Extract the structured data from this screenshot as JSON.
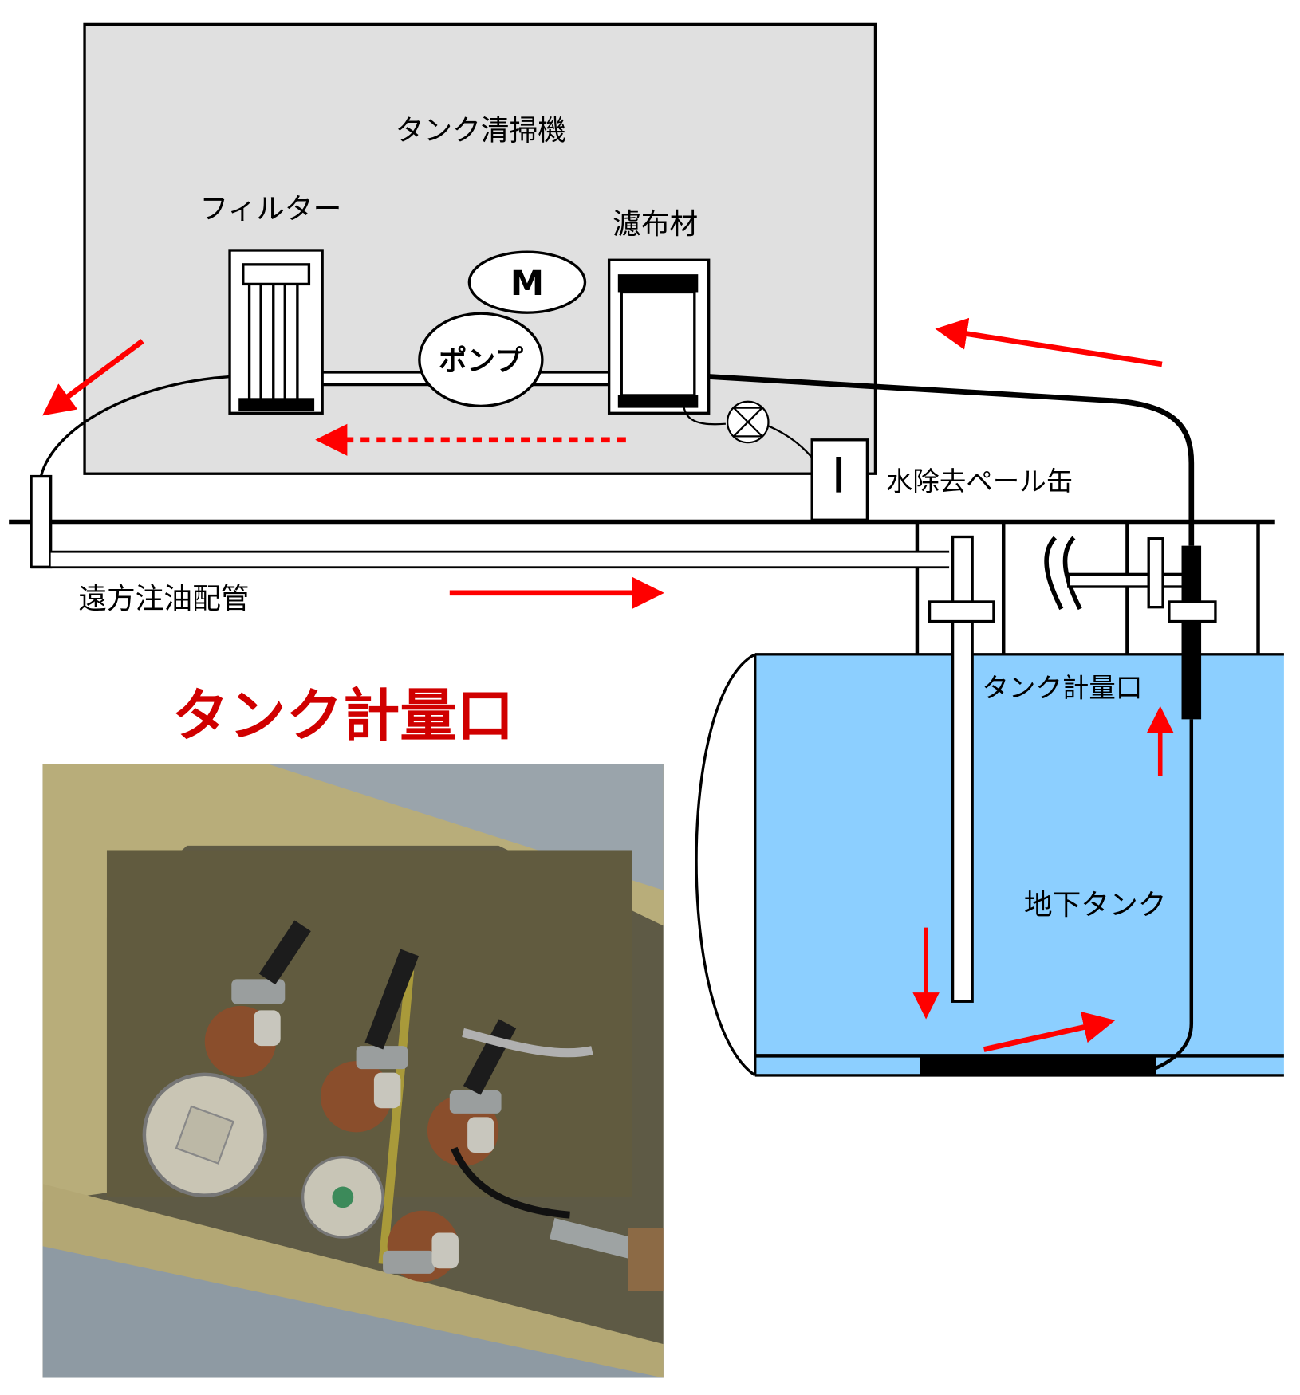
{
  "diagram": {
    "labels": {
      "cleaner": "タンク清掃機",
      "filter": "フィルター",
      "filter_cloth": "濾布材",
      "motor": "M",
      "pump": "ポンプ",
      "water_can": "水除去ペール缶",
      "remote_pipe": "遠方注油配管",
      "gauge_port_small": "タンク計量口",
      "underground_tank": "地下タンク"
    },
    "title": "タンク計量口",
    "colors": {
      "machine_bg": "#e0e0e0",
      "tank_fill": "#8ccfff",
      "arrow": "#ff0000",
      "title": "#d00000"
    }
  },
  "photo": {
    "caption_hidden": "",
    "description": "タンク計量口 photo"
  }
}
